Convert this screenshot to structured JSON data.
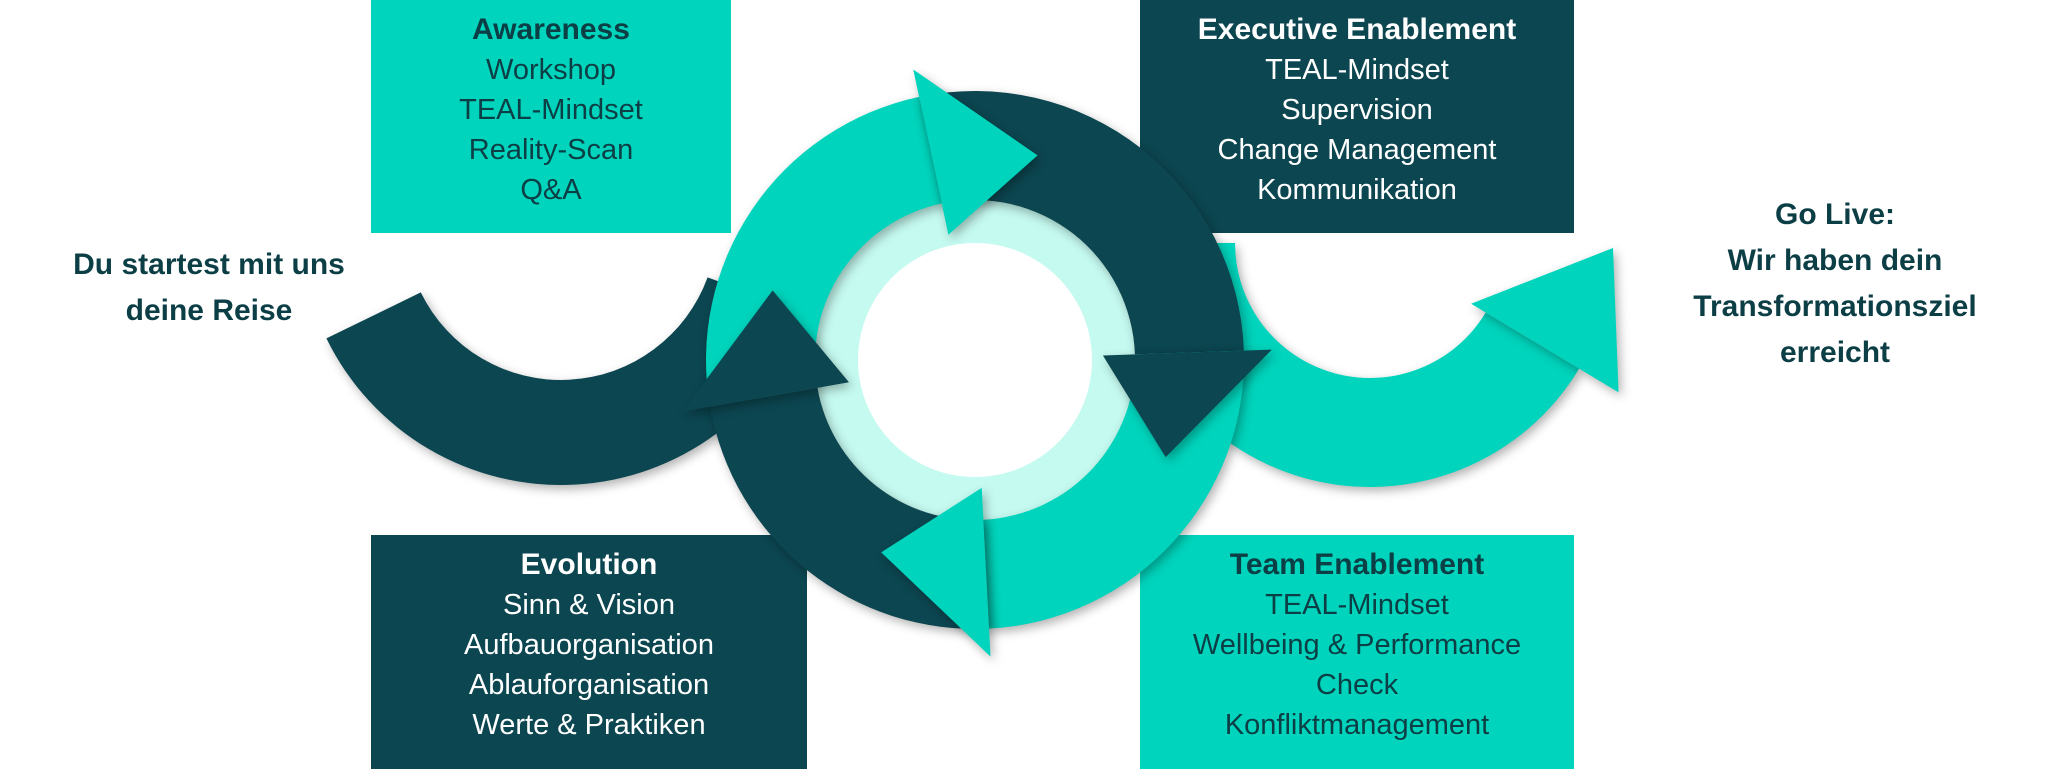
{
  "colors": {
    "teal": "#00D4BC",
    "dark": "#0C4650",
    "light": "#C5FAF0",
    "text": "#0C3E45"
  },
  "start_text": [
    "Du startest mit uns",
    "deine Reise"
  ],
  "golive_text": [
    "Go Live:",
    "Wir haben dein",
    "Transformationsziel",
    "erreicht"
  ],
  "boxes": {
    "awareness": {
      "title": "Awareness",
      "items": [
        "Workshop",
        "TEAL-Mindset",
        "Reality-Scan",
        "Q&A"
      ]
    },
    "executive": {
      "title": "Executive Enablement",
      "items": [
        "TEAL-Mindset",
        "Supervision",
        "Change Management",
        "Kommunikation"
      ]
    },
    "evolution": {
      "title": "Evolution",
      "items": [
        "Sinn & Vision",
        "Aufbauorganisation",
        "Ablauforganisation",
        "Werte & Praktiken"
      ]
    },
    "team": {
      "title": "Team Enablement",
      "items": [
        "TEAL-Mindset",
        "Wellbeing & Performance",
        "Check",
        "Konfliktmanagement"
      ]
    }
  }
}
